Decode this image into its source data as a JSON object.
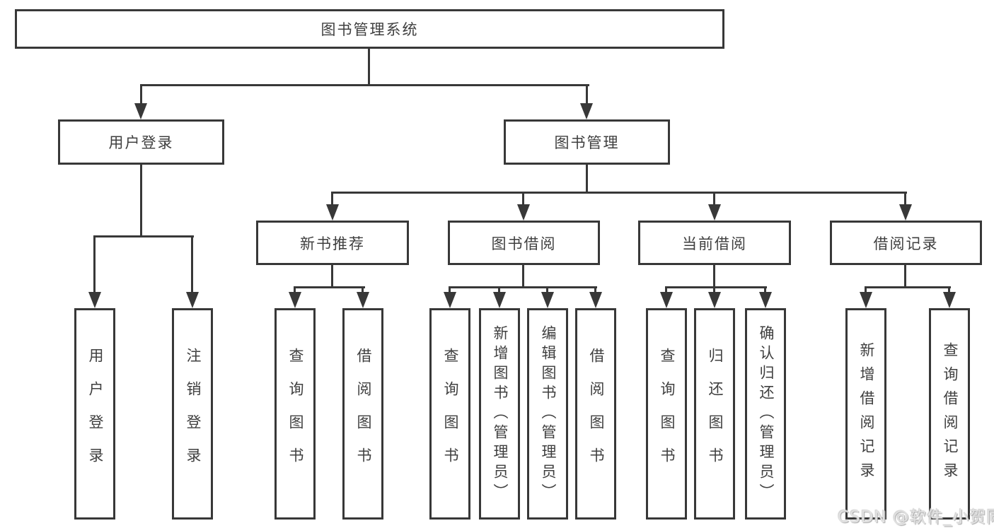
{
  "diagram_title": "图书管理系统",
  "tree": {
    "label": "图书管理系统",
    "children": [
      {
        "label": "用户登录",
        "children": [
          {
            "label": "用户登录"
          },
          {
            "label": "注销登录"
          }
        ]
      },
      {
        "label": "图书管理",
        "children": [
          {
            "label": "新书推荐",
            "children": [
              {
                "label": "查询图书"
              },
              {
                "label": "借阅图书"
              }
            ]
          },
          {
            "label": "图书借阅",
            "children": [
              {
                "label": "查询图书"
              },
              {
                "label": "新增图书（管理员）"
              },
              {
                "label": "编辑图书（管理员）"
              },
              {
                "label": "借阅图书"
              }
            ]
          },
          {
            "label": "当前借阅",
            "children": [
              {
                "label": "查询图书"
              },
              {
                "label": "归还图书"
              },
              {
                "label": "确认归还（管理员）"
              }
            ]
          },
          {
            "label": "借阅记录",
            "children": [
              {
                "label": "新增借阅记录"
              },
              {
                "label": "查询借阅记录"
              }
            ]
          }
        ]
      }
    ]
  },
  "watermark": {
    "text": "CSDN @软件_小贺同学"
  },
  "colors": {
    "line": "#383838",
    "text": "#3f3f3f",
    "background": "#ffffff",
    "watermark": "#e2e2e2"
  }
}
